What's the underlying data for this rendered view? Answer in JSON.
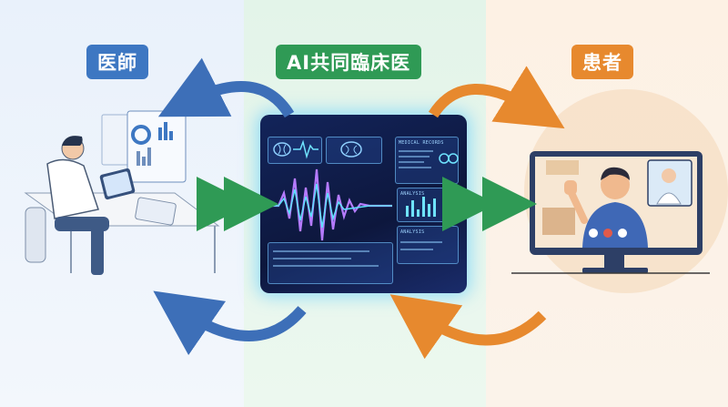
{
  "labels": {
    "doctor": "医師",
    "ai": "AI共同臨床医",
    "patient": "患者"
  },
  "screen_panels": {
    "records": "MEDICAL RECORDS",
    "analysis_1": "ANALYSIS",
    "analysis_2": "ANALYSIS"
  },
  "colors": {
    "doctor": "#3d77c2",
    "ai": "#2f9a55",
    "patient": "#e7892e"
  },
  "icons": [
    "brain-icon",
    "heartbeat-icon",
    "stethoscope-icon",
    "waveform-icon"
  ]
}
